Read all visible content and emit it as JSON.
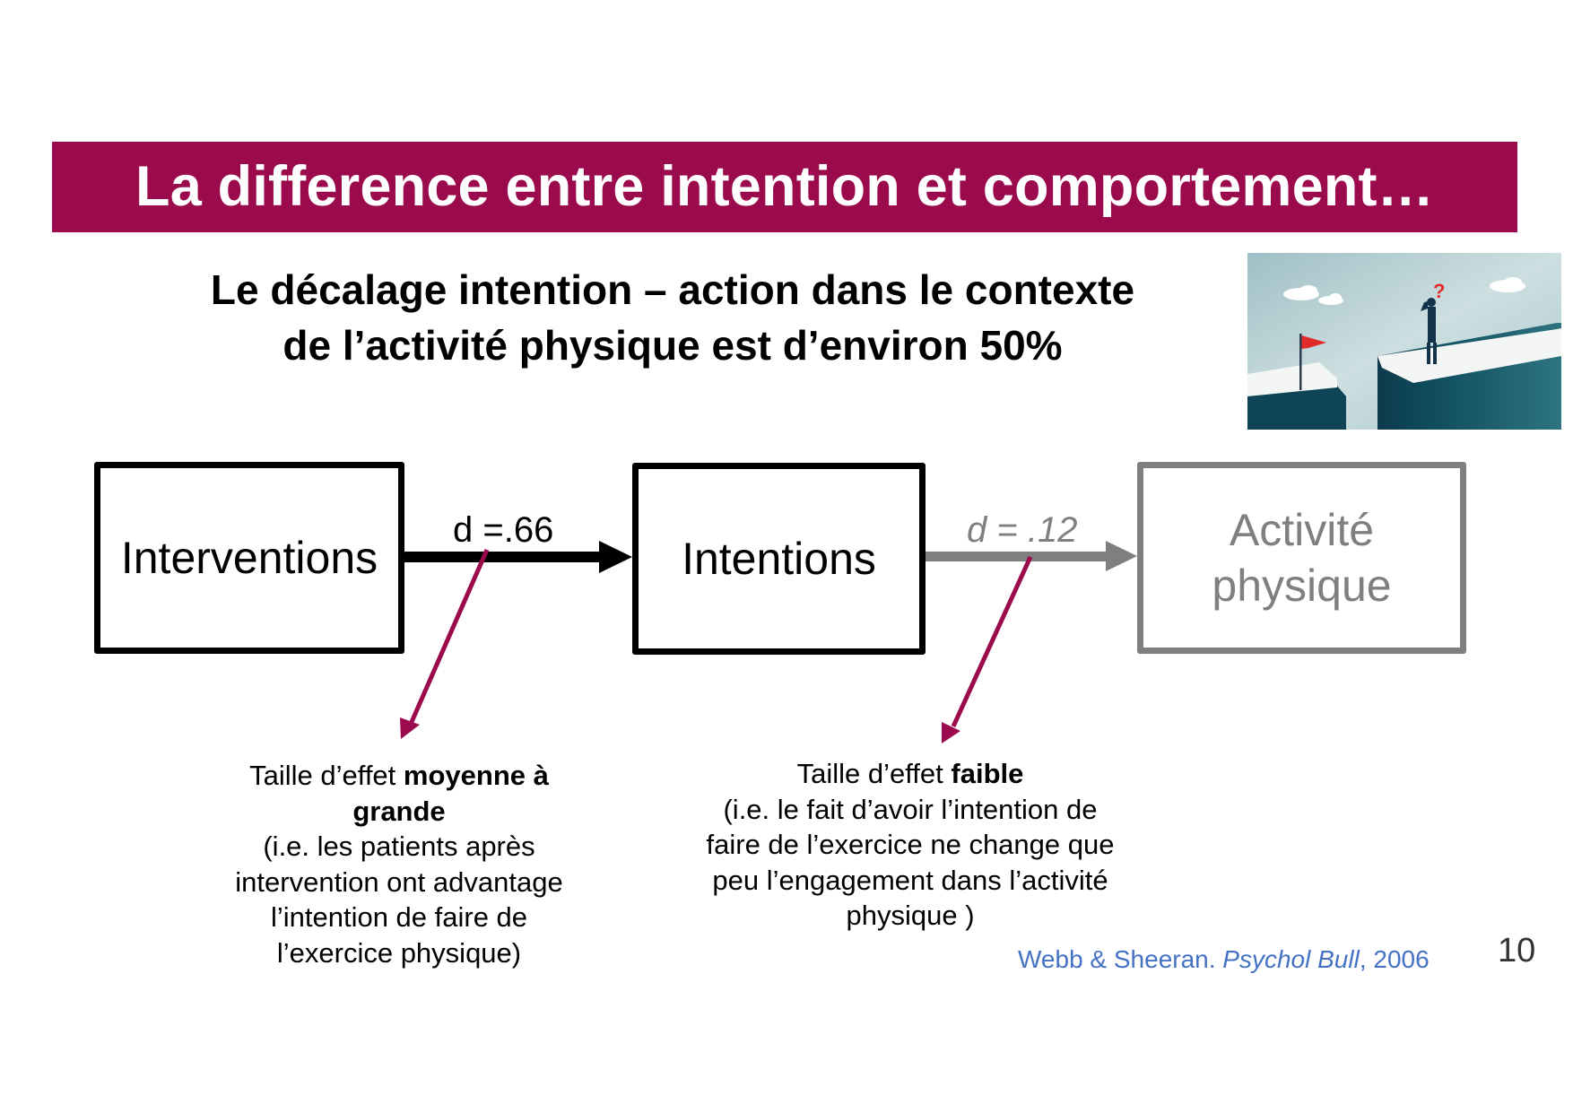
{
  "slide": {
    "title": "La difference entre intention et comportement…",
    "subtitle_line1": "Le décalage intention – action dans le contexte",
    "subtitle_line2": "de l’activité physique est d’environ 50%",
    "page_number": "10"
  },
  "colors": {
    "accent": "#9c0a4e",
    "title_text": "#ffffff",
    "primary_text": "#000000",
    "muted": "#7f7f7f",
    "citation": "#4472c4"
  },
  "illustration": {
    "icon": "cliff-gap-illustration",
    "description": "Businessman with question mark on cliff edge facing a gap toward a red flag on the opposite cliff"
  },
  "diagram": {
    "nodes": [
      {
        "id": "interventions",
        "label": "Interventions",
        "style": "black"
      },
      {
        "id": "intentions",
        "label": "Intentions",
        "style": "black"
      },
      {
        "id": "activity",
        "label_line1": "Activité",
        "label_line2": "physique",
        "style": "gray"
      }
    ],
    "edges": [
      {
        "from": "interventions",
        "to": "intentions",
        "label": "d =.66",
        "style": "black"
      },
      {
        "from": "intentions",
        "to": "activity",
        "label": "d = .12",
        "style": "gray-italic"
      }
    ]
  },
  "notes": {
    "left": {
      "prefix": "Taille d’effet ",
      "bold1": "moyenne à",
      "bold2": "grande",
      "line3": "(i.e. les patients après",
      "line4": "intervention ont advantage",
      "line5": "l’intention de faire de",
      "line6": "l’exercice physique)"
    },
    "right": {
      "prefix": "Taille d’effet ",
      "bold": "faible",
      "line2": "(i.e. le fait d’avoir l’intention de",
      "line3": "faire de l’exercice ne change que",
      "line4": "peu l’engagement dans l’activité",
      "line5": "physique )"
    }
  },
  "citation": {
    "authors": "Webb & Sheeran. ",
    "journal": "Psychol Bull",
    "year": ", 2006"
  }
}
